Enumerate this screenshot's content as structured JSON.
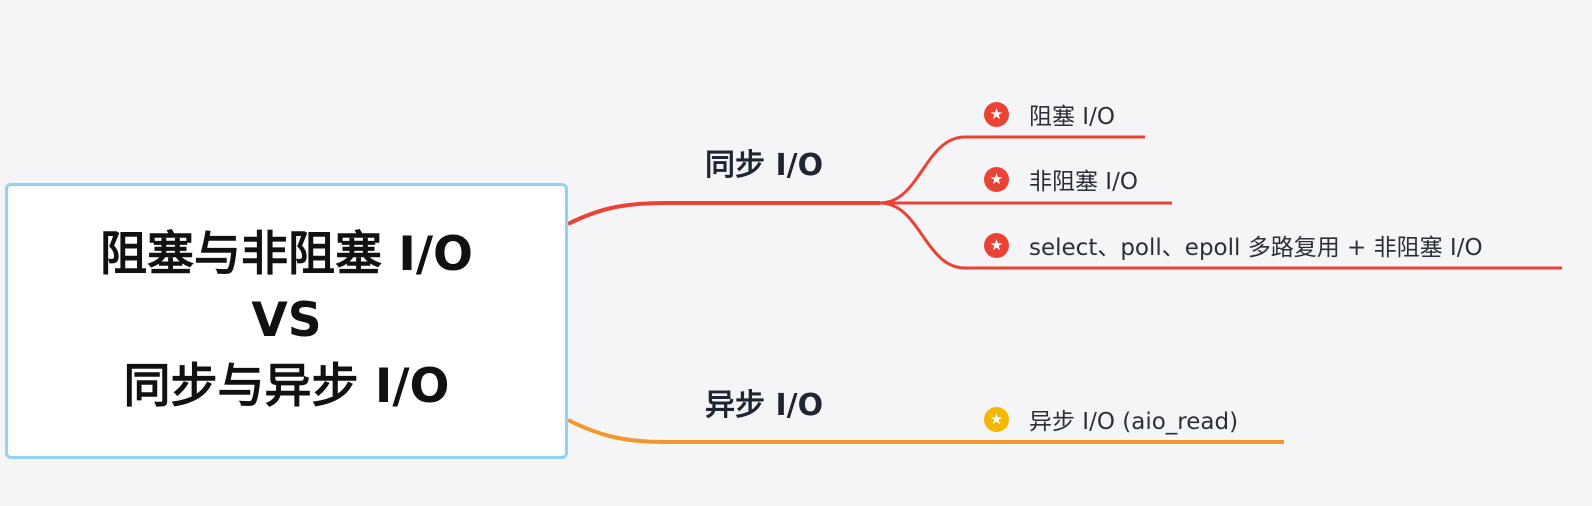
{
  "root": {
    "line1": "阻塞与非阻塞 I/O",
    "line2": "VS",
    "line3": "同步与异步 I/O"
  },
  "branches": [
    {
      "label": "同步 I/O",
      "color": "#ea4335",
      "leaves": [
        {
          "text": "阻塞 I/O",
          "icon": "star-icon"
        },
        {
          "text": "非阻塞 I/O",
          "icon": "star-icon"
        },
        {
          "text": "select、poll、epoll 多路复用 + 非阻塞 I/O",
          "icon": "star-icon"
        }
      ]
    },
    {
      "label": "异步 I/O",
      "color": "#f5962a",
      "leaves": [
        {
          "text": "异步 I/O (aio_read)",
          "icon": "star-icon"
        }
      ]
    }
  ],
  "icon_color_async": "#f5b800"
}
